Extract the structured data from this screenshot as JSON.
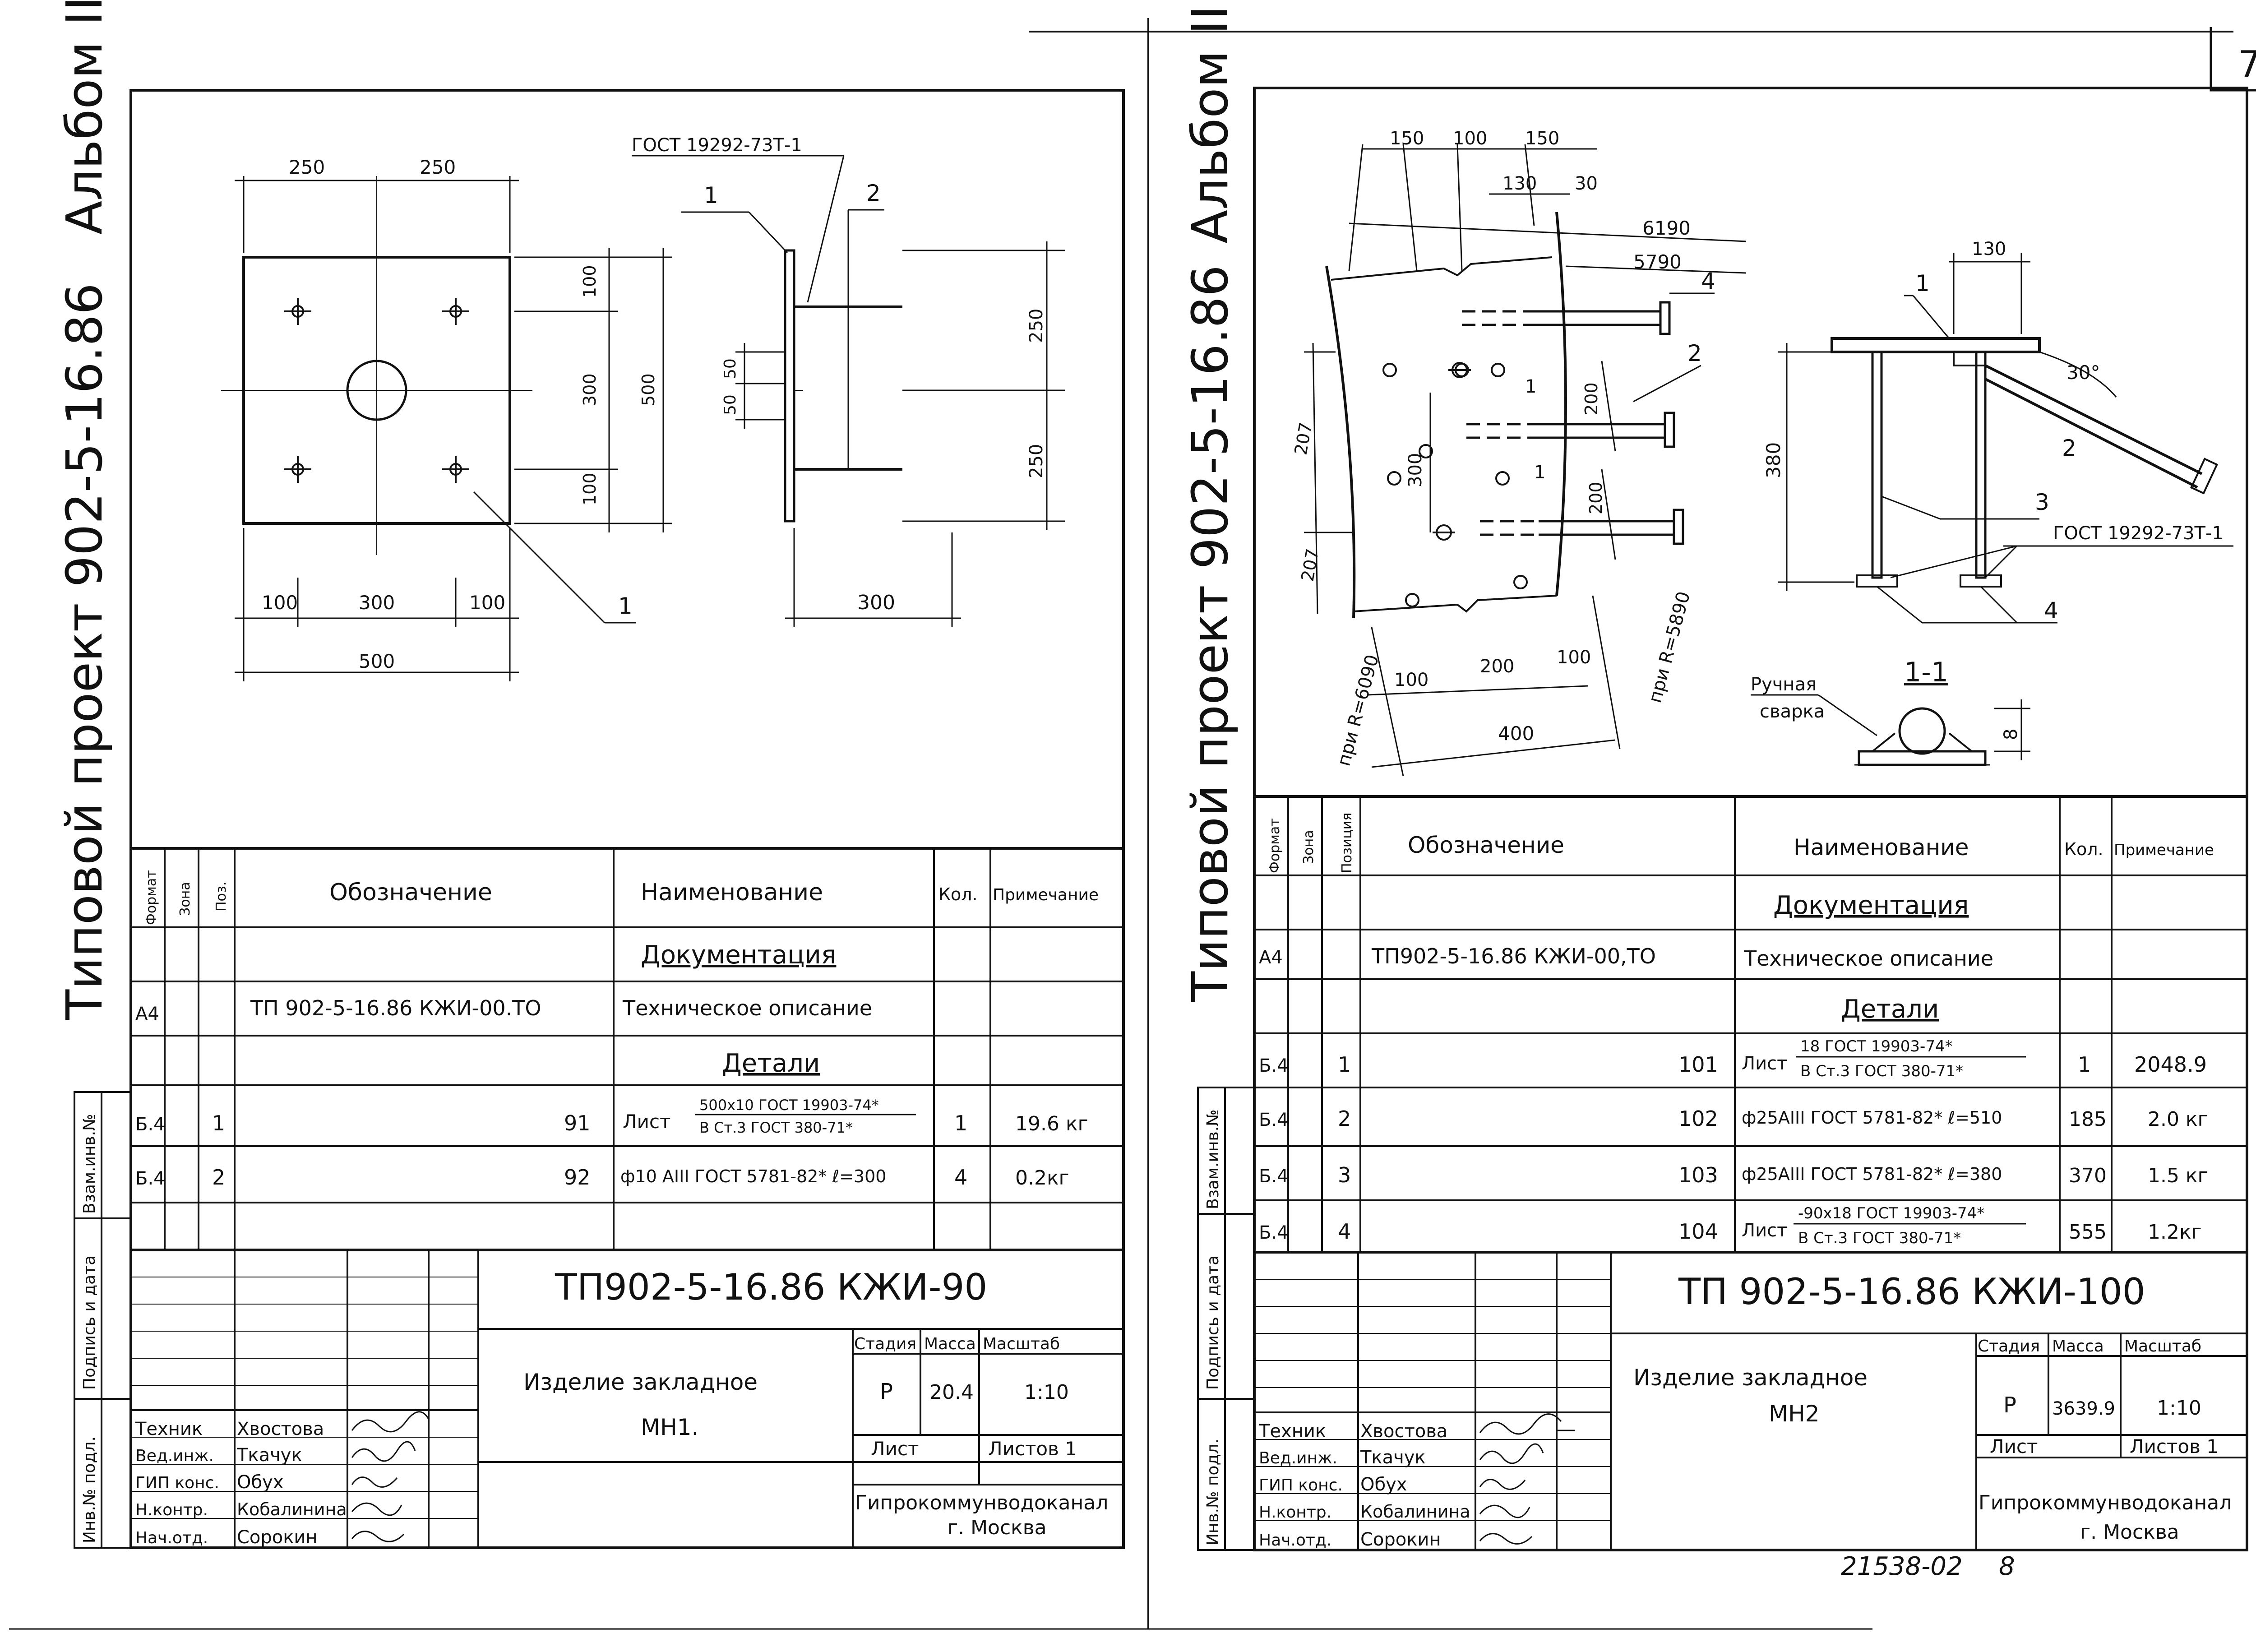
{
  "corner_mark": "7",
  "footer_code": "21538-02",
  "footer_page": "8",
  "sheets": [
    {
      "side_album": "Альбом II",
      "side_project": "Типовой  проект 902-5-16.86",
      "side_stamps": [
        "Инв.№ подл.",
        "Подпись и дата",
        "Взам.инв.№"
      ],
      "drawing": {
        "gost_ref": "ГОСТ 19292-73Т-1",
        "leader_1": "1",
        "leader_2": "2",
        "plate_leader": "1",
        "dims": {
          "top_left": "250",
          "top_right": "250",
          "right_a": "100",
          "right_b": "300",
          "right_c": "100",
          "right_total": "500",
          "bottom_a": "100",
          "bottom_b": "300",
          "bottom_c": "100",
          "bottom_total": "500",
          "side_a": "50",
          "side_b": "50",
          "side_c": "250",
          "side_d": "250",
          "side_width": "300"
        }
      },
      "spec": {
        "headers": [
          "Формат",
          "Зона",
          "Поз.",
          "Обозначение",
          "Наименование",
          "Кол.",
          "Примечание"
        ],
        "section_docs": "Документация",
        "section_parts": "Детали",
        "rows": [
          {
            "format": "А4",
            "pos": "",
            "designation": "ТП 902-5-16.86     КЖИ-00.ТО",
            "name": "Техническое описание",
            "name2": "",
            "qty": "",
            "note": ""
          },
          {
            "format": "Б.4",
            "pos": "1",
            "designation": "91",
            "name": "Лист",
            "name_top": "500x10 ГОСТ 19903-74*",
            "name_bot": "В Ст.3 ГОСТ 380-71*",
            "qty": "1",
            "note": "19.6 кг"
          },
          {
            "format": "Б.4",
            "pos": "2",
            "designation": "92",
            "name": "ф10 АIII ГОСТ 5781-82* ℓ=300",
            "name_top": "",
            "name_bot": "",
            "qty": "4",
            "note": "0.2кг"
          }
        ]
      },
      "title_block": {
        "code": "ТП902-5-16.86  КЖИ-90",
        "product": [
          "Изделие закладное",
          "МН1."
        ],
        "stage_label": "Стадия",
        "mass_label": "Масса",
        "scale_label": "Масштаб",
        "stage": "Р",
        "mass": "20.4",
        "scale": "1:10",
        "sheet_label": "Лист",
        "sheets_label": "Листов 1",
        "org": [
          "Гипрокоммунводоканал",
          "г. Москва"
        ],
        "people": [
          {
            "role": "Техник",
            "name": "Хвостова"
          },
          {
            "role": "Вед.инж.",
            "name": "Ткачук"
          },
          {
            "role": "ГИП конс.",
            "name": "Обух"
          },
          {
            "role": "Н.контр.",
            "name": "Кобалинина"
          },
          {
            "role": "Нач.отд.",
            "name": "Сорокин"
          }
        ]
      }
    },
    {
      "side_album": "Альбом II",
      "side_project": "Типовой  проект 902-5-16.86",
      "side_stamps": [
        "Инв.№ подл.",
        "Подпись и дата",
        "Взам.инв.№"
      ],
      "drawing": {
        "dims": {
          "top_a": "150",
          "top_b": "100",
          "top_c": "150",
          "top_d": "130",
          "top_e": "30",
          "r1": "6190",
          "r2": "5790",
          "v1": "207",
          "v2": "207",
          "v3": "300",
          "v4": "200",
          "v5": "200",
          "b1": "100",
          "b2": "200",
          "b3": "100",
          "b4": "400",
          "rad1": "при R=6090",
          "rad2": "при R=5890",
          "sec_w": "130",
          "sec_h": "380",
          "angle": "30°",
          "weld_h": "8"
        },
        "labels": {
          "l1": "1",
          "l2": "2",
          "l3": "3",
          "l4": "4",
          "t2": "2",
          "t4": "4",
          "t1": "1"
        },
        "gost_ref": "ГОСТ 19292-73Т-1",
        "section_mark": "1-1",
        "weld_label": [
          "Ручная",
          "сварка"
        ]
      },
      "spec": {
        "headers": [
          "Формат",
          "Зона",
          "Позиция",
          "Обозначение",
          "Наименование",
          "Кол.",
          "Примечание"
        ],
        "section_docs": "Документация",
        "section_parts": "Детали",
        "rows": [
          {
            "format": "А4",
            "pos": "",
            "designation": "ТП902-5-16.86   КЖИ-00,ТО",
            "name": "Техническое описание",
            "name_top": "",
            "name_bot": "",
            "qty": "",
            "note": ""
          },
          {
            "format": "Б.4",
            "pos": "1",
            "designation": "101",
            "name": "Лист",
            "name_top": "18 ГОСТ 19903-74*",
            "name_bot": "В Ст.3 ГОСТ 380-71*",
            "qty": "1",
            "note": "2048.9"
          },
          {
            "format": "Б.4",
            "pos": "2",
            "designation": "102",
            "name": "ф25АIII ГОСТ 5781-82* ℓ=510",
            "name_top": "",
            "name_bot": "",
            "qty": "185",
            "note": "2.0 кг"
          },
          {
            "format": "Б.4",
            "pos": "3",
            "designation": "103",
            "name": "ф25АIII ГОСТ 5781-82* ℓ=380",
            "name_top": "",
            "name_bot": "",
            "qty": "370",
            "note": "1.5 кг"
          },
          {
            "format": "Б.4",
            "pos": "4",
            "designation": "104",
            "name": "Лист",
            "name_top": "-90x18 ГОСТ 19903-74*",
            "name_bot": "В Ст.3 ГОСТ 380-71*",
            "qty": "555",
            "note": "1.2кг"
          }
        ]
      },
      "title_block": {
        "code": "ТП 902-5-16.86   КЖИ-100",
        "product": [
          "Изделие закладное",
          "МН2"
        ],
        "stage_label": "Стадия",
        "mass_label": "Масса",
        "scale_label": "Масштаб",
        "stage": "Р",
        "mass": "3639.9",
        "scale": "1:10",
        "sheet_label": "Лист",
        "sheets_label": "Листов 1",
        "org": [
          "Гипрокоммунводоканал",
          "г. Москва"
        ],
        "people": [
          {
            "role": "Техник",
            "name": "Хвостова"
          },
          {
            "role": "Вед.инж.",
            "name": "Ткачук"
          },
          {
            "role": "ГИП конс.",
            "name": "Обух"
          },
          {
            "role": "Н.контр.",
            "name": "Кобалинина"
          },
          {
            "role": "Нач.отд.",
            "name": "Сорокин"
          }
        ]
      }
    }
  ]
}
